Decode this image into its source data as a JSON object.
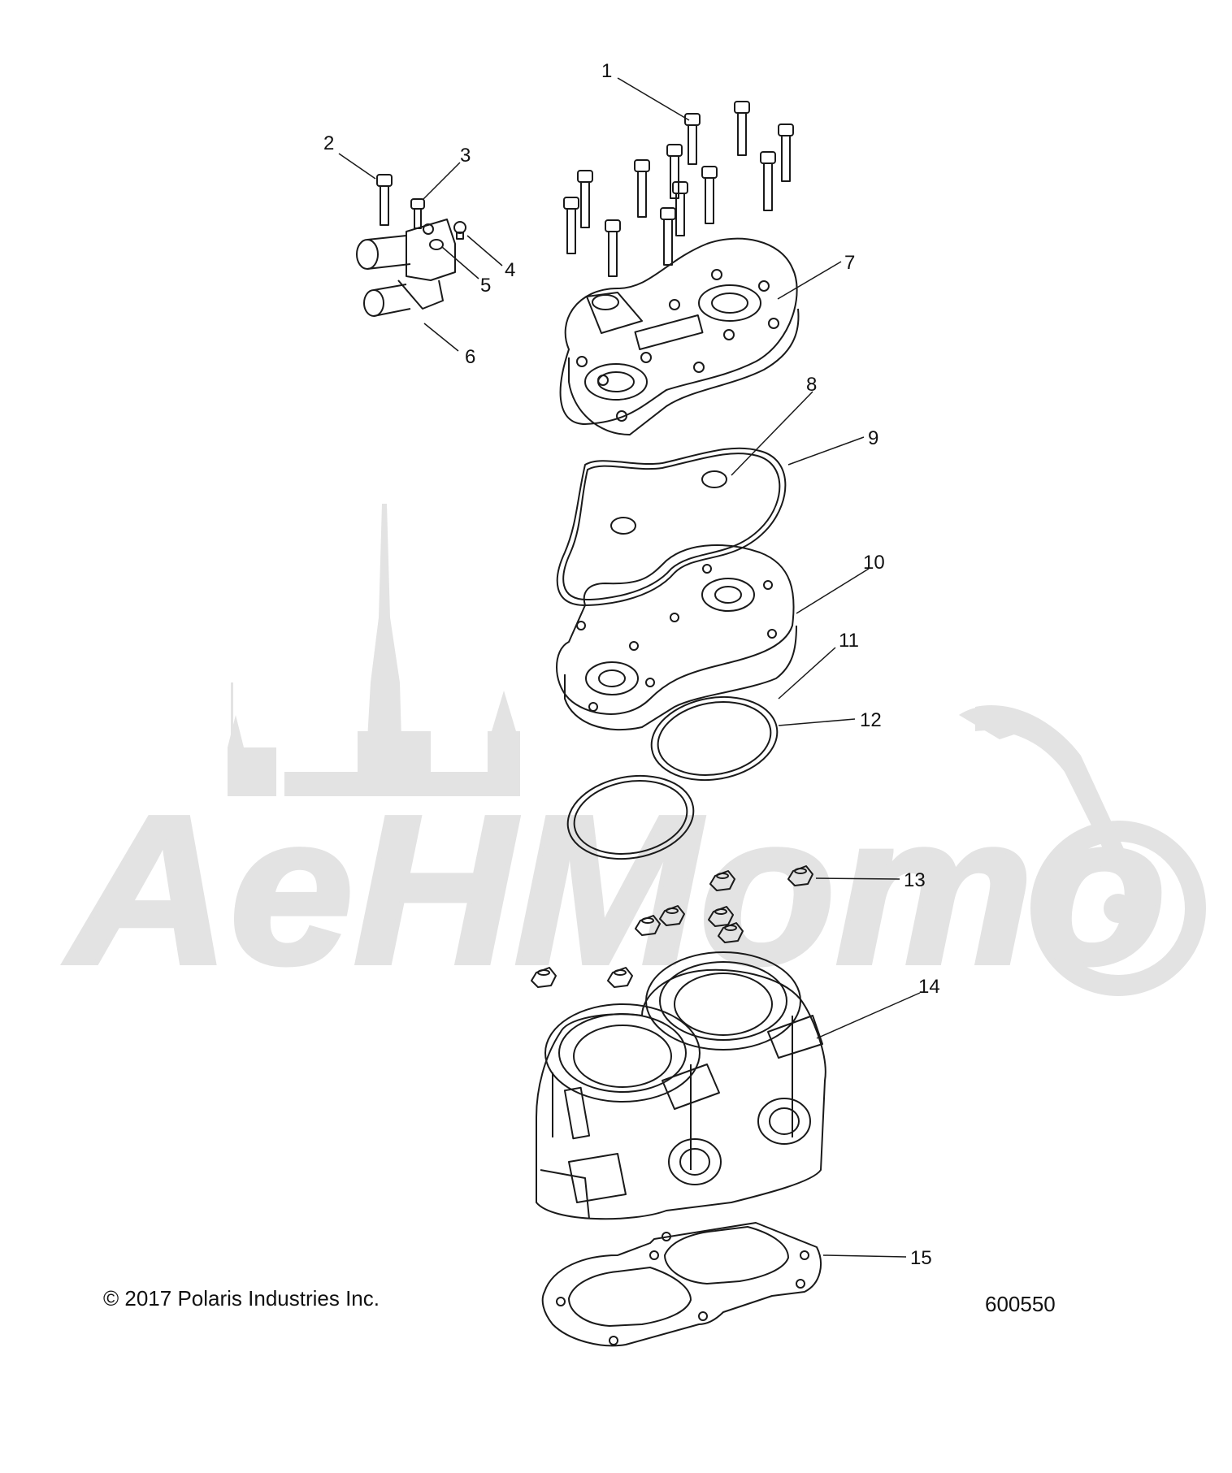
{
  "callouts": [
    "1",
    "2",
    "3",
    "4",
    "5",
    "6",
    "7",
    "8",
    "9",
    "10",
    "11",
    "12",
    "13",
    "14",
    "15"
  ],
  "watermark": {
    "text": "AeHMoто",
    "color": "#e3e3e3"
  },
  "copyright": "© 2017 Polaris Industries Inc.",
  "diagram_number": "600550",
  "colors": {
    "line": "#1a1a1a",
    "watermark": "#e3e3e3",
    "background": "#ffffff"
  }
}
